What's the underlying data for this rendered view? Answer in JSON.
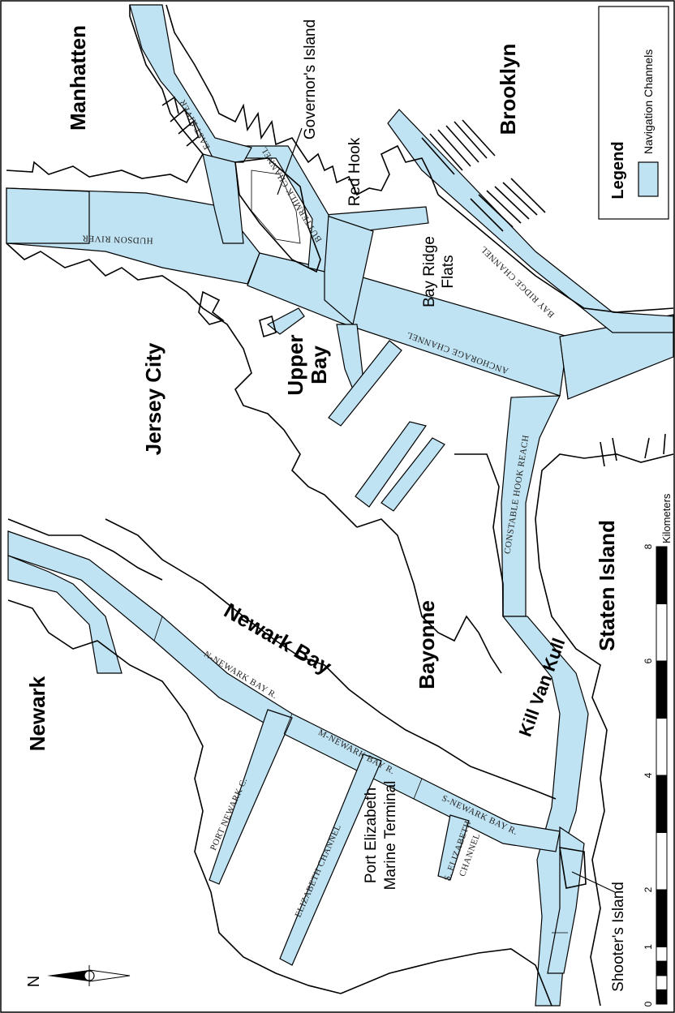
{
  "legend": {
    "title": "Legend",
    "item": "Navigation Channels",
    "swatch_color": "#bfe3f2"
  },
  "places": {
    "manhattan": "Manhatten",
    "brooklyn": "Brooklyn",
    "governors_island": "Governor's Island",
    "red_hook": "Red Hook",
    "bay_ridge_flats_1": "Bay Ridge",
    "bay_ridge_flats_2": "Flats",
    "jersey_city": "Jersey City",
    "upper_bay_1": "Upper",
    "upper_bay_2": "Bay",
    "staten_island": "Staten Island",
    "bayonne": "Bayonne",
    "newark_bay": "Newark Bay",
    "newark": "Newark",
    "kill_van_kull": "Kill Van Kull",
    "port_elizabeth_1": "Port Elizabeth",
    "port_elizabeth_2": "Marine Terminal",
    "shooters_island": "Shooter's Island"
  },
  "channels": {
    "east_river": "EAST RIVER",
    "buttermilk": "BUTTERMILK CHANNEL",
    "hudson": "HUDSON RIVER",
    "bay_ridge": "BAY RIDGE CHANNEL",
    "anchorage": "ANCHORAGE CHANNEL",
    "constable": "CONSTABLE HOOK REACH",
    "n_newark": "N-NEWARK BAY R.",
    "m_newark": "M-NEWARK BAY R.",
    "s_newark": "S-NEWARK BAY R.",
    "port_newark": "PORT NEWARK C.",
    "elizabeth": "ELIZABETH CHANNEL",
    "s_elizabeth_1": "S. ELIZABETH",
    "s_elizabeth_2": "CHANNEL"
  },
  "scale_bar": {
    "unit": "Kilometers",
    "ticks": [
      "0",
      "1",
      "2",
      "4",
      "6",
      "8"
    ],
    "values_km": [
      0,
      1,
      2,
      4,
      6,
      8
    ]
  },
  "north_arrow": {
    "label": "N",
    "icon": "north-arrow-icon"
  }
}
